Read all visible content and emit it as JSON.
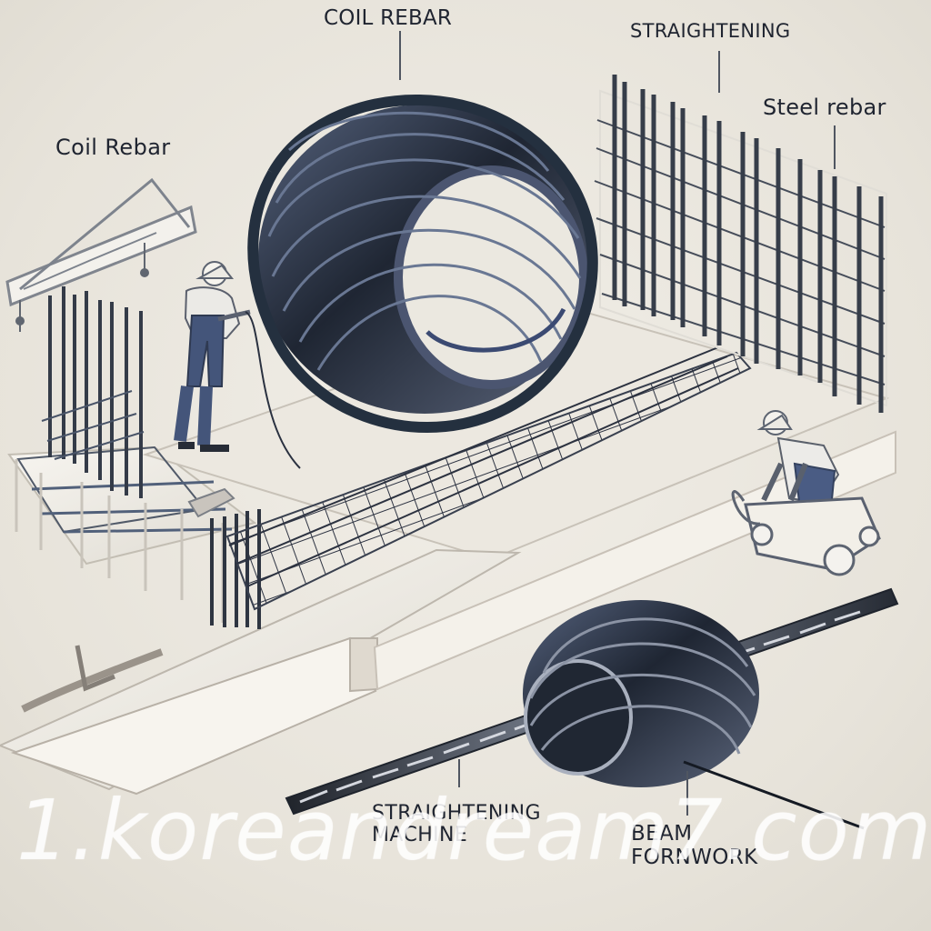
{
  "labels": {
    "coil_rebar_top": "COIL REBAR",
    "coil_rebar_left": "Coil Rebar",
    "straightening_top": "STRAIGHTENING",
    "steel_rebar": "Steel rebar",
    "straightening_machine": "STRAIGHTENING MACHINE",
    "beam_formwork": "BEAM FORNWORK"
  },
  "watermark": "1.koreandream7.com",
  "colors": {
    "background": "#ece9e1",
    "line_dark": "#2b3240",
    "coil_blue": "#3b4a72",
    "worker_shirt": "#e8e7e5",
    "worker_overalls": "#4a5a80"
  },
  "icons": {
    "crane": "tower-crane-icon",
    "coil": "rebar-coil-icon",
    "worker": "construction-worker-icon",
    "mesh": "rebar-mesh-icon",
    "machine": "straightening-machine-icon"
  }
}
